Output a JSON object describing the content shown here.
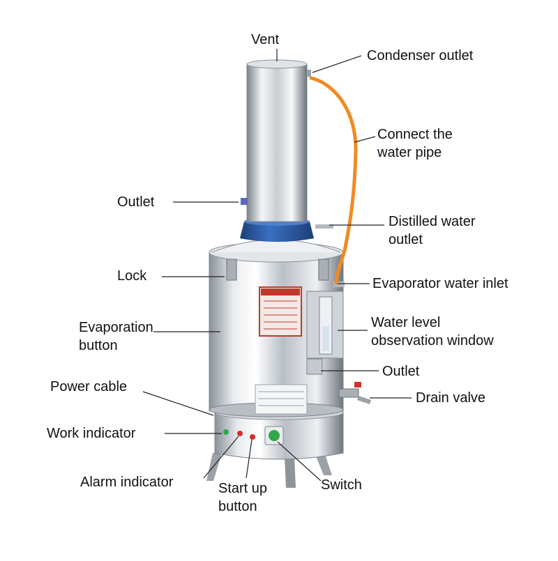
{
  "colors": {
    "steel_light": "#f1f3f5",
    "steel_mid": "#c3c8ce",
    "steel_dark": "#7d848c",
    "collar_blue": "#2f5fa8",
    "hose_orange": "#f08a24",
    "plate_red": "#c0392b",
    "indicator_green": "#2ea84a",
    "indicator_red": "#d32f2f",
    "leader_line": "#222222",
    "text": "#111111"
  },
  "labels": {
    "vent": "Vent",
    "condenser_outlet": "Condenser outlet",
    "connect_pipe": "Connect the\nwater pipe",
    "outlet_top": "Outlet",
    "distilled_outlet": "Distilled water\noutlet",
    "lock": "Lock",
    "evaporator_inlet": "Evaporator water inlet",
    "evaporation_button": "Evaporation\nbutton",
    "water_window": "Water level\nobservation window",
    "outlet_bottom": "Outlet",
    "power_cable": "Power cable",
    "drain_valve": "Drain valve",
    "work_indicator": "Work indicator",
    "alarm_indicator": "Alarm indicator",
    "startup_button": "Start up\nbutton",
    "switch": "Switch"
  }
}
